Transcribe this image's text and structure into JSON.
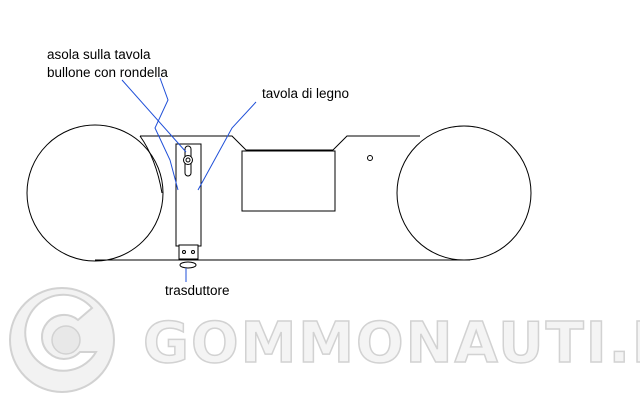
{
  "colors": {
    "line": "#000000",
    "leader": "#1f4fd8",
    "watermark_fill": "#f4f4f4",
    "watermark_stroke": "#d2d2d2"
  },
  "labels": {
    "asola": "asola sulla tavola",
    "bullone": "bullone con rondella",
    "tavola": "tavola di legno",
    "trasduttore": "trasduttore"
  },
  "watermark": {
    "text": "GOMMONAUTI.IT",
    "logo_icon": "gommonauti-swirl-logo"
  }
}
